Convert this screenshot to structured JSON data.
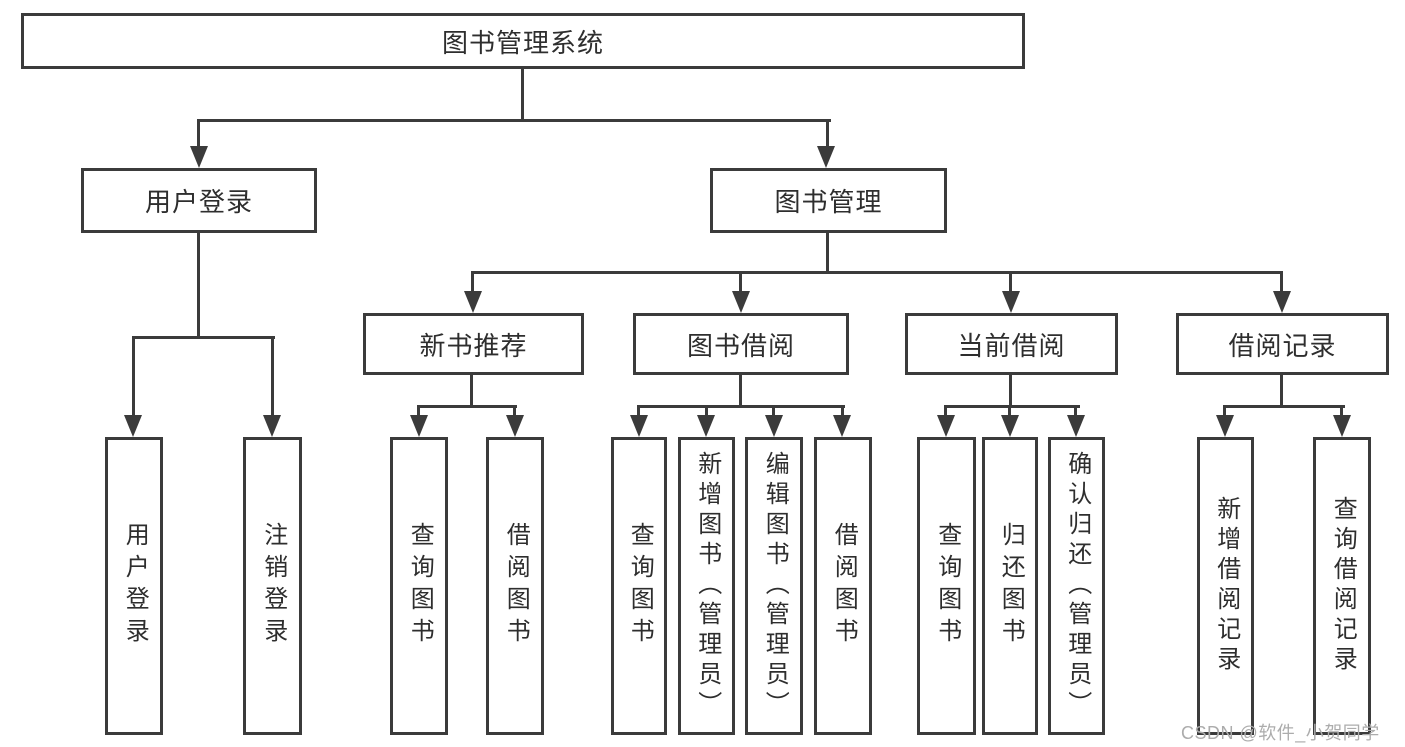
{
  "diagram": {
    "root": {
      "label": "图书管理系统"
    },
    "level2": {
      "user_login": {
        "label": "用户登录"
      },
      "book_management": {
        "label": "图书管理"
      }
    },
    "level3": {
      "new_book_recommend": {
        "label": "新书推荐"
      },
      "book_borrow": {
        "label": "图书借阅"
      },
      "current_borrow": {
        "label": "当前借阅"
      },
      "borrow_record": {
        "label": "借阅记录"
      }
    },
    "leaves": {
      "user_login_leaf": {
        "label": "用户登录"
      },
      "logout": {
        "label": "注销登录"
      },
      "nb_query_book": {
        "label": "查询图书"
      },
      "nb_borrow_book": {
        "label": "借阅图书"
      },
      "bb_query_book": {
        "label": "查询图书"
      },
      "bb_add_book": {
        "label": "新增图书（管理员）"
      },
      "bb_edit_book": {
        "label": "编辑图书（管理员）"
      },
      "bb_borrow_book": {
        "label": "借阅图书"
      },
      "cb_query_book": {
        "label": "查询图书"
      },
      "cb_return_book": {
        "label": "归还图书"
      },
      "cb_confirm_return": {
        "label": "确认归还（管理员）"
      },
      "br_add_record": {
        "label": "新增借阅记录"
      },
      "br_query_record": {
        "label": "查询借阅记录"
      }
    },
    "colors": {
      "line": "#3b3b3b",
      "box_background": "#ffffff",
      "text": "#2e2e2e",
      "watermark": "#acacac"
    },
    "watermark": "CSDN @软件_小贺同学"
  }
}
